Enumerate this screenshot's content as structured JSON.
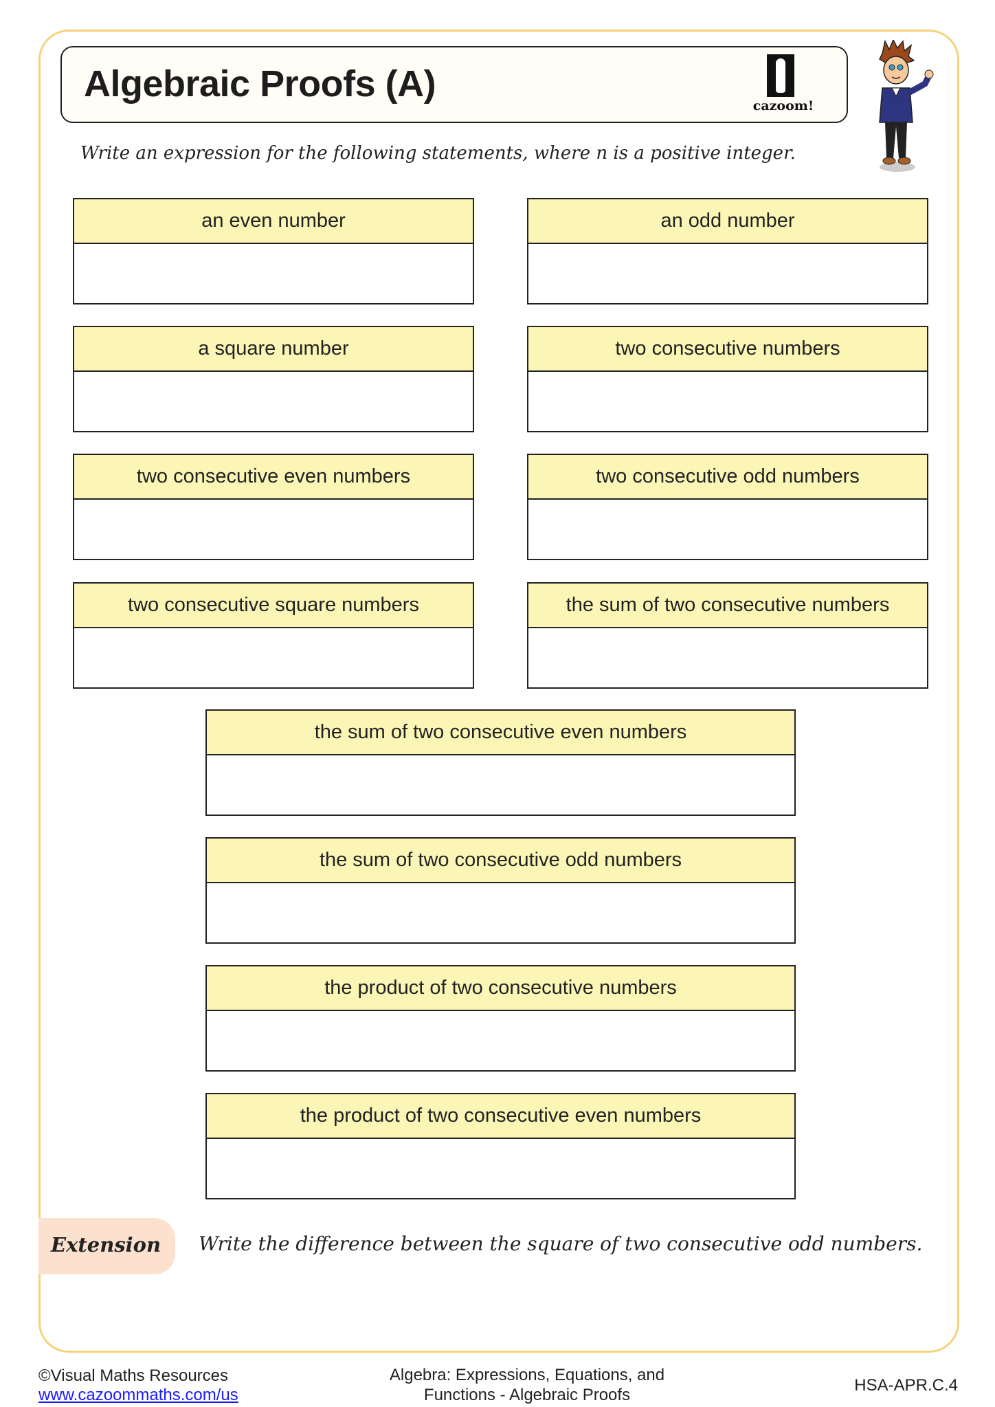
{
  "header": {
    "title": "Algebraic Proofs (A)",
    "logo_text": "cazoom!"
  },
  "instruction": "Write an expression for the following statements, where n is a positive integer.",
  "cards": [
    "an even number",
    "an odd number",
    "a square number",
    "two consecutive numbers",
    "two consecutive even numbers",
    "two consecutive odd numbers",
    "two consecutive square numbers",
    "the sum of two consecutive numbers",
    "the sum of two consecutive even numbers",
    "the sum of two consecutive odd numbers",
    "the product of two consecutive numbers",
    "the product of two consecutive even numbers"
  ],
  "extension": {
    "label": "Extension",
    "text": "Write the difference between the square of two consecutive odd numbers."
  },
  "footer": {
    "copyright": "©Visual Maths Resources",
    "link": "www.cazoommaths.com/us",
    "topic_line1": "Algebra: Expressions, Equations, and",
    "topic_line2": "Functions - Algebraic Proofs",
    "standard": "HSA-APR.C.4"
  },
  "colors": {
    "frame": "#f6d37a",
    "card_header": "#fbf6b6",
    "extension_bg": "#fde1cf",
    "link": "#1a1aff"
  }
}
